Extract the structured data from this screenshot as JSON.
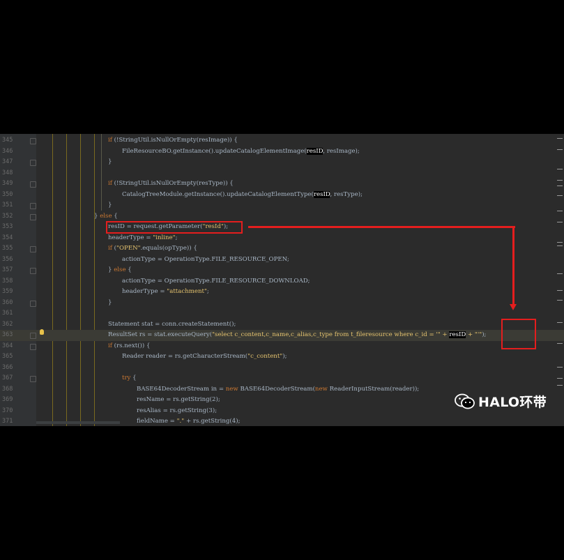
{
  "editor": {
    "lines": [
      {
        "num": "345",
        "indent": 155,
        "parts": [
          {
            "t": "if ",
            "k": "kw"
          },
          {
            "t": "(!StringUtil.isNullOrEmpty(resImage)) {"
          }
        ]
      },
      {
        "num": "346",
        "indent": 175,
        "parts": [
          {
            "t": "FileResourceBO.getInstance().updateCatalogElementImage("
          },
          {
            "t": "resID",
            "k": "hl"
          },
          {
            "t": ", resImage);"
          }
        ]
      },
      {
        "num": "347",
        "indent": 155,
        "parts": [
          {
            "t": "}"
          }
        ]
      },
      {
        "num": "348",
        "indent": 155,
        "parts": []
      },
      {
        "num": "349",
        "indent": 155,
        "parts": [
          {
            "t": "if ",
            "k": "kw"
          },
          {
            "t": "(!StringUtil.isNullOrEmpty(resType)) {"
          }
        ]
      },
      {
        "num": "350",
        "indent": 175,
        "parts": [
          {
            "t": "CatalogTreeModule.getInstance().updateCatalogElementType("
          },
          {
            "t": "resID",
            "k": "hl"
          },
          {
            "t": ", resType);"
          }
        ]
      },
      {
        "num": "351",
        "indent": 155,
        "parts": [
          {
            "t": "}"
          }
        ]
      },
      {
        "num": "352",
        "indent": 135,
        "parts": [
          {
            "t": "} "
          },
          {
            "t": "else",
            "k": "kw"
          },
          {
            "t": " {"
          }
        ]
      },
      {
        "num": "353",
        "indent": 155,
        "parts": [
          {
            "t": "resID = request.getParameter("
          },
          {
            "t": "\"resId\"",
            "k": "str"
          },
          {
            "t": ");"
          }
        ]
      },
      {
        "num": "354",
        "indent": 155,
        "parts": [
          {
            "t": "headerType = "
          },
          {
            "t": "\"inline\"",
            "k": "str"
          },
          {
            "t": ";"
          }
        ]
      },
      {
        "num": "355",
        "indent": 155,
        "parts": [
          {
            "t": "if ",
            "k": "kw"
          },
          {
            "t": "("
          },
          {
            "t": "\"OPEN\"",
            "k": "str"
          },
          {
            "t": ".equals(opType)) {"
          }
        ]
      },
      {
        "num": "356",
        "indent": 175,
        "parts": [
          {
            "t": "actionType = OperationType.FILE_RESOURCE_OPEN;"
          }
        ]
      },
      {
        "num": "357",
        "indent": 155,
        "parts": [
          {
            "t": "} "
          },
          {
            "t": "else",
            "k": "kw"
          },
          {
            "t": " {"
          }
        ]
      },
      {
        "num": "358",
        "indent": 175,
        "parts": [
          {
            "t": "actionType = OperationType.FILE_RESOURCE_DOWNLOAD;"
          }
        ]
      },
      {
        "num": "359",
        "indent": 175,
        "parts": [
          {
            "t": "headerType = "
          },
          {
            "t": "\"attachment\"",
            "k": "str"
          },
          {
            "t": ";"
          }
        ]
      },
      {
        "num": "360",
        "indent": 155,
        "parts": [
          {
            "t": "}"
          }
        ]
      },
      {
        "num": "361",
        "indent": 155,
        "parts": []
      },
      {
        "num": "362",
        "indent": 155,
        "parts": [
          {
            "t": "Statement stat = conn.createStatement();"
          }
        ]
      },
      {
        "num": "363",
        "indent": 155,
        "current": true,
        "parts": [
          {
            "t": "ResultSet rs = stat.executeQuery("
          },
          {
            "t": "\"select c_content,c_name,c_alias,c_type from t_fileresource where c_id = '\" + ",
            "k": "str"
          },
          {
            "t": "resID",
            "k": "hl"
          },
          {
            "t": " + \"'\"",
            "k": "str"
          },
          {
            "t": ");"
          }
        ]
      },
      {
        "num": "364",
        "indent": 155,
        "parts": [
          {
            "t": "if ",
            "k": "kw"
          },
          {
            "t": "(rs.next()) {"
          }
        ]
      },
      {
        "num": "365",
        "indent": 175,
        "parts": [
          {
            "t": "Reader reader = rs.getCharacterStream("
          },
          {
            "t": "\"c_content\"",
            "k": "str"
          },
          {
            "t": ");"
          }
        ]
      },
      {
        "num": "366",
        "indent": 175,
        "parts": []
      },
      {
        "num": "367",
        "indent": 175,
        "parts": [
          {
            "t": "try",
            "k": "kw"
          },
          {
            "t": " {"
          }
        ]
      },
      {
        "num": "368",
        "indent": 196,
        "parts": [
          {
            "t": "BASE64DecoderStream in = "
          },
          {
            "t": "new ",
            "k": "kw"
          },
          {
            "t": "BASE64DecoderStream("
          },
          {
            "t": "new ",
            "k": "kw"
          },
          {
            "t": "ReaderInputStream(reader));"
          }
        ]
      },
      {
        "num": "369",
        "indent": 196,
        "parts": [
          {
            "t": "resName = rs.getString(2);"
          }
        ]
      },
      {
        "num": "370",
        "indent": 196,
        "parts": [
          {
            "t": "resAlias = rs.getString(3);"
          }
        ]
      },
      {
        "num": "371",
        "indent": 196,
        "parts": [
          {
            "t": "fieldName = "
          },
          {
            "t": "\".\"",
            "k": "str"
          },
          {
            "t": " + rs.getString(4);"
          }
        ]
      }
    ]
  },
  "colors": {
    "annotation": "#e41e1e",
    "background": "#2b2b2b",
    "gutter": "#313335"
  },
  "icons": {
    "bulb": "lightbulb-icon",
    "watermark": "wechat-icon"
  },
  "watermark": {
    "text": "HALO环带"
  }
}
